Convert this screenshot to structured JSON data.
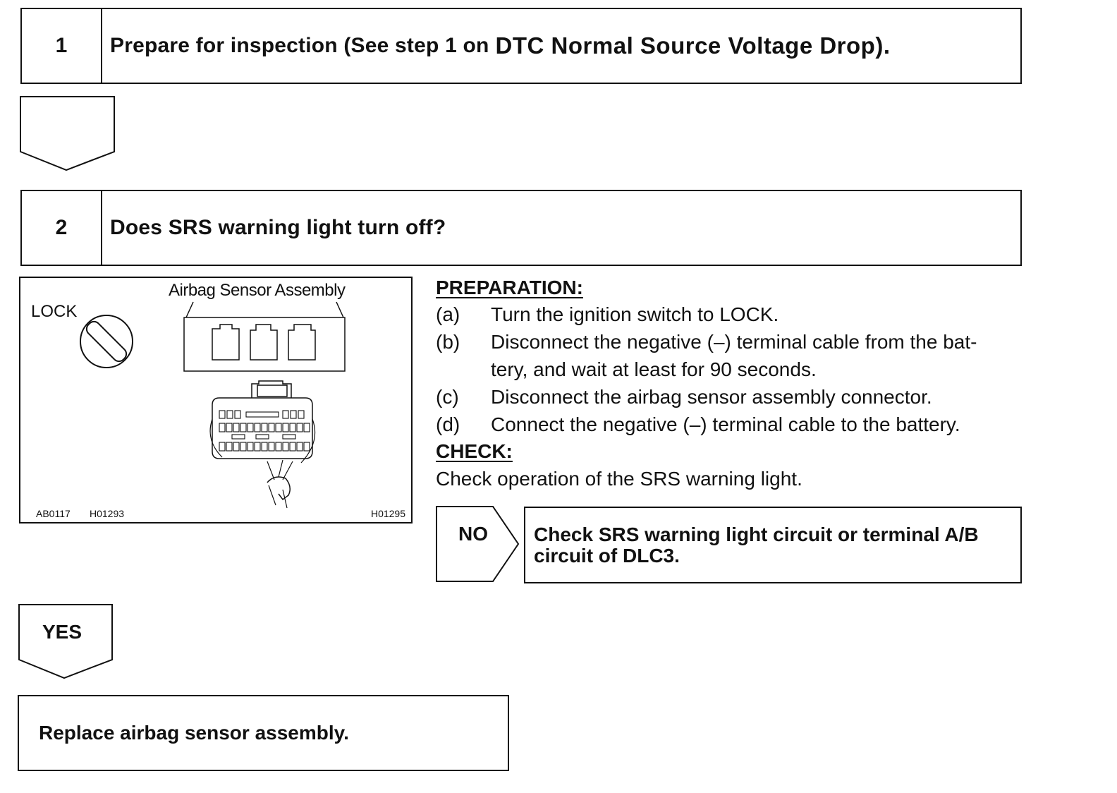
{
  "step1": {
    "number": "1",
    "title": "Prepare for inspection (See step 1 on",
    "title_emphasis": "DTC Normal Source Voltage Drop)."
  },
  "step2": {
    "number": "2",
    "title": "Does SRS warning light turn off?"
  },
  "figure": {
    "lock_label": "LOCK",
    "sensor_label": "Airbag Sensor Assembly",
    "ref_left_1": "AB0117",
    "ref_left_2": "H01293",
    "ref_right": "H01295"
  },
  "preparation": {
    "heading": "PREPARATION:",
    "items": [
      {
        "label": "(a)",
        "text": "Turn the ignition switch to LOCK."
      },
      {
        "label": "(b)",
        "text": "Disconnect the negative (–) terminal cable from the battery, and wait at least for 90 seconds.",
        "line1": "Disconnect the negative (–) terminal cable from the bat-",
        "line2": "tery, and wait at least for 90 seconds."
      },
      {
        "label": "(c)",
        "text": "Disconnect the airbag sensor assembly connector."
      },
      {
        "label": "(d)",
        "text": "Connect the negative (–) terminal cable to the battery."
      }
    ]
  },
  "check": {
    "heading": "CHECK:",
    "text": "Check operation of the SRS warning light."
  },
  "no_branch": {
    "label": "NO",
    "result_line1": "Check SRS warning light circuit or terminal A/B",
    "result_line2": "circuit of DLC3."
  },
  "yes_branch": {
    "label": "YES",
    "result": "Replace airbag sensor assembly."
  }
}
